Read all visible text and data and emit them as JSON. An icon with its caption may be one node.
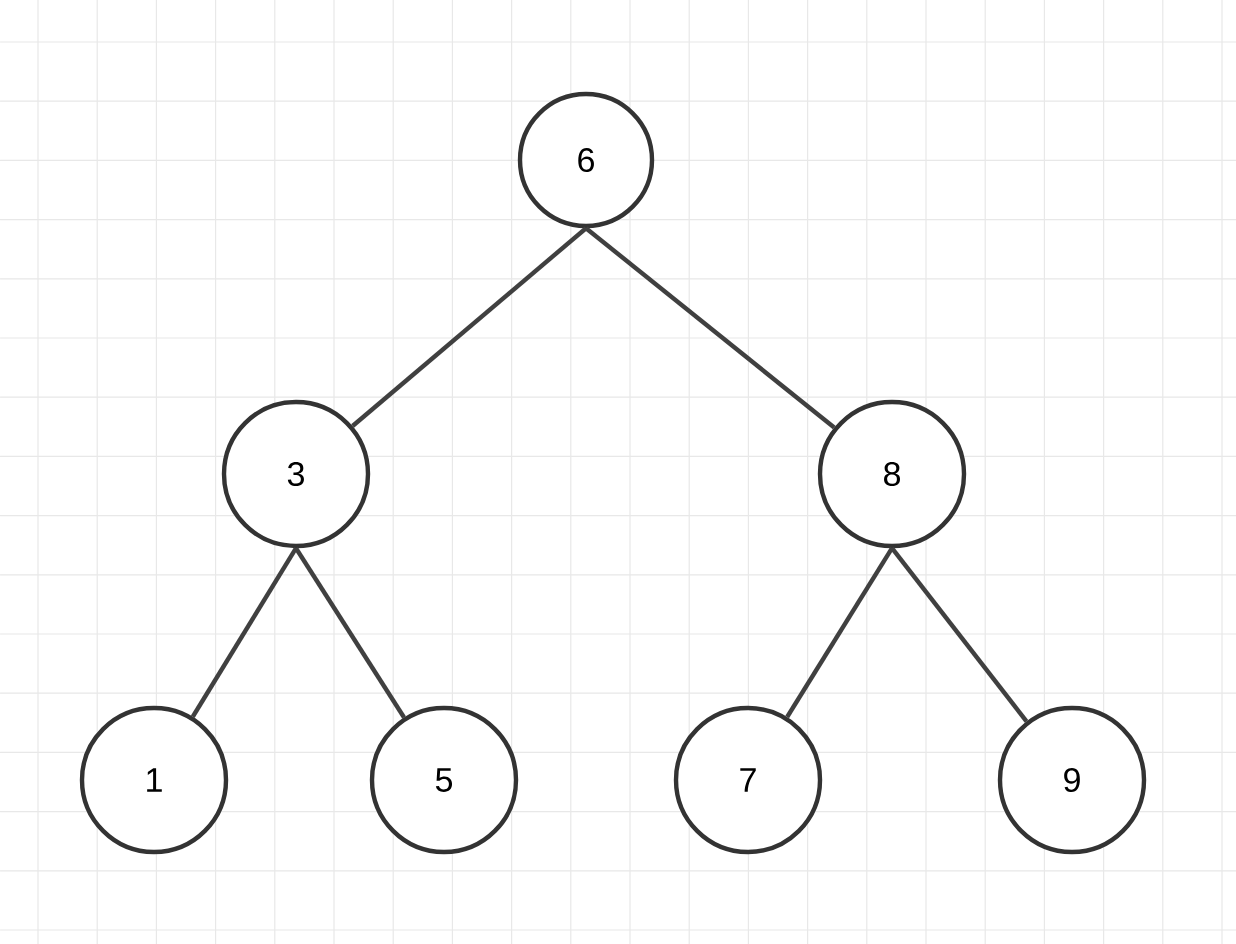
{
  "diagram": {
    "nodes": [
      {
        "text": [
          "6"
        ]
      },
      {
        "text": [
          "3"
        ]
      },
      {
        "text": [
          "8"
        ]
      },
      {
        "text": [
          "1"
        ]
      },
      {
        "text": [
          "5"
        ]
      },
      {
        "text": [
          "7"
        ]
      },
      {
        "text": [
          "9"
        ]
      }
    ],
    "edges": [
      {
        "from": 0,
        "to": 1,
        "arrow": "none"
      },
      {
        "from": 0,
        "to": 2,
        "arrow": "none"
      },
      {
        "from": 1,
        "to": 3,
        "arrow": "none"
      },
      {
        "from": 1,
        "to": 4,
        "arrow": "none"
      },
      {
        "from": 2,
        "to": 5,
        "arrow": "none"
      },
      {
        "from": 2,
        "to": 6,
        "arrow": "none"
      }
    ]
  }
}
